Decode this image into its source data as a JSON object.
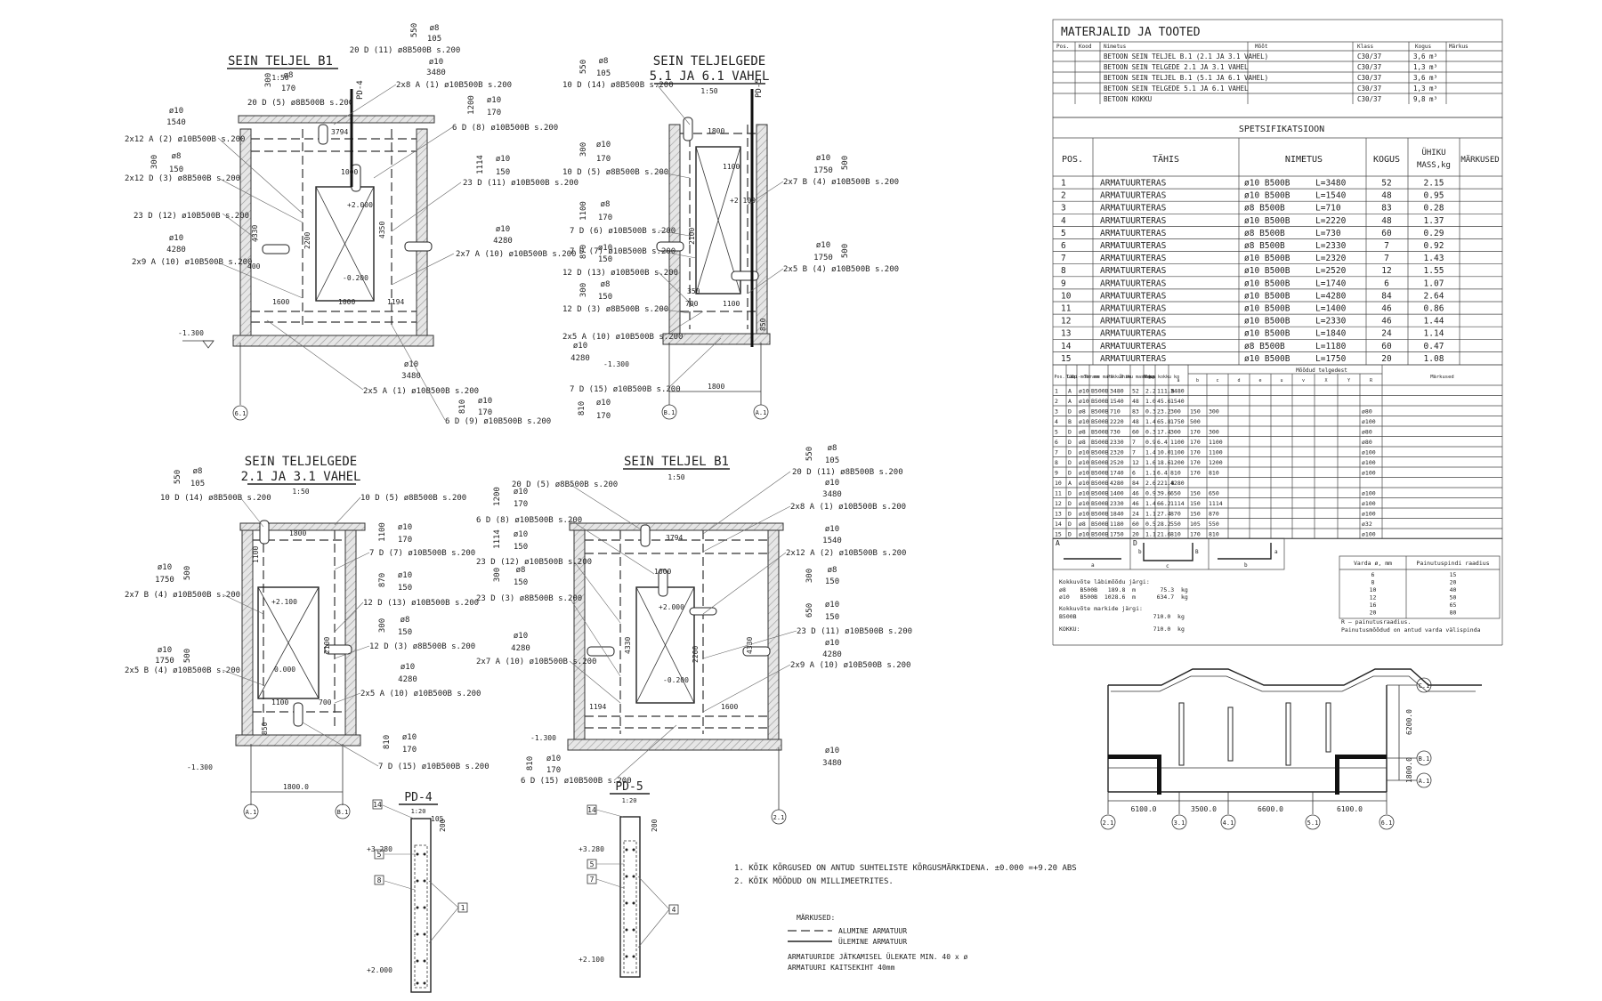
{
  "views": [
    {
      "title": "SEIN TELJEL B1",
      "scale": "1:50"
    },
    {
      "title": "SEIN TELJELGEDE",
      "title2": "5.1 JA 6.1 VAHEL",
      "scale": "1:50"
    },
    {
      "title": "SEIN TELJELGEDE",
      "title2": "2.1 JA 3.1 VAHEL",
      "scale": "1:50"
    },
    {
      "title": "SEIN TELJEL B1",
      "scale": "1:50"
    }
  ],
  "details": [
    {
      "title": "PD-4",
      "scale": "1:20",
      "elev_top": "+3.280",
      "elev_bot": "+2.000",
      "dims": [
        "105",
        "200"
      ],
      "tags": [
        "14",
        "5",
        "8",
        "1"
      ]
    },
    {
      "title": "PD-5",
      "scale": "1:20",
      "elev_top": "+3.280",
      "elev_bot": "+2.100",
      "dims": [
        "200"
      ],
      "tags": [
        "14",
        "5",
        "7",
        "4"
      ]
    }
  ],
  "view_texts": {
    "v1": {
      "callouts": [
        "20 D (11) ø8B500B s.200",
        "2x8 A (1) ø10B500B s.200",
        "20 D (5) ø8B500B s.200",
        "6 D (8) ø10B500B s.200",
        "2x12 A (2) ø10B500B s.200",
        "2x12 D (3) ø8B500B s.200",
        "23 D (11) ø10B500B s.200",
        "23 D (12) ø10B500B s.200",
        "2x7 A (10) ø10B500B s.200",
        "2x9 A (10) ø10B500B s.200",
        "2x5 A (1) ø10B500B s.200",
        "6 D (9) ø10B500B s.200"
      ],
      "bars": [
        [
          "ø8",
          "105",
          "550"
        ],
        [
          "ø10",
          "3480"
        ],
        [
          "ø8",
          "170",
          "300"
        ],
        [
          "ø10",
          "170",
          "1200"
        ],
        [
          "ø10",
          "1540"
        ],
        [
          "ø8",
          "150",
          "300"
        ],
        [
          "ø10",
          "150",
          "1114"
        ],
        [
          "ø10",
          "4280"
        ],
        [
          "ø10",
          "4280"
        ],
        [
          "ø10",
          "3480"
        ],
        [
          "ø10",
          "170",
          "810"
        ]
      ],
      "dims": [
        "3794",
        "1000",
        "+2.000",
        "4350",
        "4330",
        "2200",
        "400",
        "-0.200",
        "1600",
        "1000",
        "1194",
        "-1.300"
      ],
      "tag": "PD-4",
      "axes": [
        "6.1"
      ]
    },
    "v2": {
      "callouts": [
        "10 D (14) ø8B500B s.200",
        "2x7 B (4) ø10B500B s.200",
        "10 D (5) ø8B500B s.200",
        "7 D (6) ø10B500B s.200",
        "7 D (7) ø10B500B s.200",
        "12 D (13) ø10B500B s.200",
        "2x5 B (4) ø10B500B s.200",
        "12 D (3) ø8B500B s.200",
        "2x5 A (10) ø10B500B s.200",
        "7 D (15) ø10B500B s.200"
      ],
      "bars": [
        [
          "ø8",
          "105",
          "550"
        ],
        [
          "ø10",
          "170",
          "300"
        ],
        [
          "ø10",
          "1750",
          "500"
        ],
        [
          "ø8",
          "170",
          "1100"
        ],
        [
          "ø10",
          "150",
          "870"
        ],
        [
          "ø8",
          "150",
          "300"
        ],
        [
          "ø10",
          "1750",
          "500"
        ],
        [
          "ø10",
          "4280"
        ],
        [
          "ø10",
          "170",
          "810"
        ]
      ],
      "dims": [
        "1800",
        "1100",
        "+2.100",
        "2100",
        "350",
        "700",
        "1100",
        "850",
        "-1.300",
        "1800"
      ],
      "tag": "PD-5",
      "axes": [
        "B.1",
        "A.1"
      ]
    },
    "v3": {
      "callouts": [
        "10 D (14) ø8B500B s.200",
        "10 D (5) ø8B500B s.200",
        "7 D (7) ø10B500B s.200",
        "2x7 B (4) ø10B500B s.200",
        "12 D (13) ø10B500B s.200",
        "12 D (3) ø8B500B s.200",
        "2x5 B (4) ø10B500B s.200",
        "2x5 A (10) ø10B500B s.200",
        "7 D (15) ø10B500B s.200"
      ],
      "bars": [
        [
          "ø8",
          "105",
          "550"
        ],
        [
          "ø10",
          "170",
          "1100"
        ],
        [
          "ø10",
          "1750",
          "500"
        ],
        [
          "ø10",
          "150",
          "870"
        ],
        [
          "ø8",
          "150",
          "300"
        ],
        [
          "ø10",
          "1750",
          "500"
        ],
        [
          "ø10",
          "4280"
        ],
        [
          "ø10",
          "170",
          "810"
        ]
      ],
      "dims": [
        "1800",
        "1100",
        "+2.100",
        "2100",
        "0.000",
        "1100",
        "700",
        "850",
        "-1.300",
        "1800.0"
      ],
      "axes": [
        "A.1",
        "B.1"
      ]
    },
    "v4": {
      "callouts": [
        "20 D (5) ø8B500B s.200",
        "6 D (8) ø10B500B s.200",
        "23 D (12) ø10B500B s.200",
        "23 D (3) ø8B500B s.200",
        "2x7 A (10) ø10B500B s.200",
        "20 D (11) ø8B500B s.200",
        "2x8 A (1) ø10B500B s.200",
        "2x12 A (2) ø10B500B s.200",
        "23 D (11) ø10B500B s.200",
        "2x9 A (10) ø10B500B s.200",
        "6 D (15) ø10B500B s.200"
      ],
      "bars": [
        [
          "ø10",
          "170",
          "1200"
        ],
        [
          "ø10",
          "150",
          "1114"
        ],
        [
          "ø8",
          "150",
          "300"
        ],
        [
          "ø10",
          "4280"
        ],
        [
          "ø10",
          "170",
          "810"
        ],
        [
          "ø8",
          "105",
          "550"
        ],
        [
          "ø10",
          "3480"
        ],
        [
          "ø10",
          "1540"
        ],
        [
          "ø8",
          "150",
          "300"
        ],
        [
          "ø10",
          "150",
          "650"
        ],
        [
          "ø10",
          "4280"
        ],
        [
          "ø10",
          "3480"
        ]
      ],
      "dims": [
        "3794",
        "1000",
        "+2.000",
        "4330",
        "2200",
        "4330",
        "-0.200",
        "1194",
        "1600",
        "-1.300"
      ],
      "axes": [
        "2.1"
      ]
    }
  },
  "materials": {
    "title": "MATERJALID JA TOOTED",
    "headers": [
      "Pos.",
      "Kood",
      "Nimetus",
      "Mõõt",
      "Klass",
      "Kogus",
      "Märkus"
    ],
    "rows": [
      {
        "name": "BETOON SEIN TELJEL B.1 (2.1 JA 3.1 VAHEL)",
        "class": "C30/37",
        "qty": "3,6 m³"
      },
      {
        "name": "BETOON SEIN TELGEDE 2.1 JA 3.1 VAHEL",
        "class": "C30/37",
        "qty": "1,3 m³"
      },
      {
        "name": "BETOON SEIN TELJEL B.1 (5.1 JA 6.1 VAHEL)",
        "class": "C30/37",
        "qty": "3,6 m³"
      },
      {
        "name": "BETOON SEIN TELGEDE 5.1 JA 6.1 VAHEL",
        "class": "C30/37",
        "qty": "1,3 m³"
      },
      {
        "name": "BETOON KOKKU",
        "class": "C30/37",
        "qty": "9,8 m³"
      }
    ]
  },
  "spec": {
    "title": "SPETSIFIKATSIOON",
    "headers": [
      "POS.",
      "TÄHIS",
      "NIMETUS",
      "KOGUS",
      "ÜHIKU MASS,kg",
      "MÄRKUSED"
    ],
    "rows": [
      [
        "1",
        "ARMATUURTERAS",
        "ø10  B500B",
        "L=3480",
        "52",
        "2.15"
      ],
      [
        "2",
        "ARMATUURTERAS",
        "ø10  B500B",
        "L=1540",
        "48",
        "0.95"
      ],
      [
        "3",
        "ARMATUURTERAS",
        "ø8  B500B",
        "L=710",
        "83",
        "0.28"
      ],
      [
        "4",
        "ARMATUURTERAS",
        "ø10  B500B",
        "L=2220",
        "48",
        "1.37"
      ],
      [
        "5",
        "ARMATUURTERAS",
        "ø8  B500B",
        "L=730",
        "60",
        "0.29"
      ],
      [
        "6",
        "ARMATUURTERAS",
        "ø8  B500B",
        "L=2330",
        "7",
        "0.92"
      ],
      [
        "7",
        "ARMATUURTERAS",
        "ø10  B500B",
        "L=2320",
        "7",
        "1.43"
      ],
      [
        "8",
        "ARMATUURTERAS",
        "ø10  B500B",
        "L=2520",
        "12",
        "1.55"
      ],
      [
        "9",
        "ARMATUURTERAS",
        "ø10  B500B",
        "L=1740",
        "6",
        "1.07"
      ],
      [
        "10",
        "ARMATUURTERAS",
        "ø10  B500B",
        "L=4280",
        "84",
        "2.64"
      ],
      [
        "11",
        "ARMATUURTERAS",
        "ø10  B500B",
        "L=1400",
        "46",
        "0.86"
      ],
      [
        "12",
        "ARMATUURTERAS",
        "ø10  B500B",
        "L=2330",
        "46",
        "1.44"
      ],
      [
        "13",
        "ARMATUURTERAS",
        "ø10  B500B",
        "L=1840",
        "24",
        "1.14"
      ],
      [
        "14",
        "ARMATUURTERAS",
        "ø8  B500B",
        "L=1180",
        "60",
        "0.47"
      ],
      [
        "15",
        "ARMATUURTERAS",
        "ø10  B500B",
        "L=1750",
        "20",
        "1.08"
      ]
    ]
  },
  "bending": {
    "group_header": "Mõõdud telgedest",
    "headers": [
      "Pos.",
      "Tüüp",
      "Läbi-mõõt mm",
      "Terase mark",
      "Pikkus mm",
      "Ühiku mass kg",
      "Kogus",
      "Mass kokku kg",
      "a",
      "b",
      "c",
      "d",
      "e",
      "u",
      "v",
      "X",
      "Y",
      "R",
      "Märkused"
    ],
    "rows": [
      [
        "1",
        "A",
        "ø10",
        "B500B",
        "3480",
        "52",
        "2.2",
        "111.8",
        "3480",
        "",
        "",
        "",
        "",
        "",
        "",
        "",
        "",
        "",
        ""
      ],
      [
        "2",
        "A",
        "ø10",
        "B500B",
        "1540",
        "48",
        "1.0",
        "45.6",
        "1540",
        "",
        "",
        "",
        "",
        "",
        "",
        "",
        "",
        "",
        ""
      ],
      [
        "3",
        "D",
        "ø8",
        "B500B",
        "710",
        "83",
        "0.3",
        "23.2",
        "300",
        "150",
        "300",
        "",
        "",
        "",
        "",
        "",
        "",
        "ø80",
        ""
      ],
      [
        "4",
        "B",
        "ø10",
        "B500B",
        "2220",
        "48",
        "1.4",
        "65.8",
        "1750",
        "500",
        "",
        "",
        "",
        "",
        "",
        "",
        "",
        "ø100",
        ""
      ],
      [
        "5",
        "D",
        "ø8",
        "B500B",
        "730",
        "60",
        "0.3",
        "17.4",
        "300",
        "170",
        "300",
        "",
        "",
        "",
        "",
        "",
        "",
        "ø80",
        ""
      ],
      [
        "6",
        "D",
        "ø8",
        "B500B",
        "2330",
        "7",
        "0.9",
        "6.4",
        "1100",
        "170",
        "1100",
        "",
        "",
        "",
        "",
        "",
        "",
        "ø80",
        ""
      ],
      [
        "7",
        "D",
        "ø10",
        "B500B",
        "2320",
        "7",
        "1.4",
        "10.0",
        "1100",
        "170",
        "1100",
        "",
        "",
        "",
        "",
        "",
        "",
        "ø100",
        ""
      ],
      [
        "8",
        "D",
        "ø10",
        "B500B",
        "2520",
        "12",
        "1.6",
        "18.6",
        "1200",
        "170",
        "1200",
        "",
        "",
        "",
        "",
        "",
        "",
        "ø100",
        ""
      ],
      [
        "9",
        "D",
        "ø10",
        "B500B",
        "1740",
        "6",
        "1.1",
        "6.4",
        "810",
        "170",
        "810",
        "",
        "",
        "",
        "",
        "",
        "",
        "ø100",
        ""
      ],
      [
        "10",
        "A",
        "ø10",
        "B500B",
        "4280",
        "84",
        "2.6",
        "221.8",
        "4280",
        "",
        "",
        "",
        "",
        "",
        "",
        "",
        "",
        "",
        ""
      ],
      [
        "11",
        "D",
        "ø10",
        "B500B",
        "1400",
        "46",
        "0.9",
        "39.6",
        "650",
        "150",
        "650",
        "",
        "",
        "",
        "",
        "",
        "",
        "ø100",
        ""
      ],
      [
        "12",
        "D",
        "ø10",
        "B500B",
        "2330",
        "46",
        "1.4",
        "66.2",
        "1114",
        "150",
        "1114",
        "",
        "",
        "",
        "",
        "",
        "",
        "ø100",
        ""
      ],
      [
        "13",
        "D",
        "ø10",
        "B500B",
        "1840",
        "24",
        "1.1",
        "27.4",
        "870",
        "150",
        "870",
        "",
        "",
        "",
        "",
        "",
        "",
        "ø100",
        ""
      ],
      [
        "14",
        "D",
        "ø8",
        "B500B",
        "1180",
        "60",
        "0.5",
        "28.2",
        "550",
        "105",
        "550",
        "",
        "",
        "",
        "",
        "",
        "",
        "ø32",
        ""
      ],
      [
        "15",
        "D",
        "ø10",
        "B500B",
        "1750",
        "20",
        "1.1",
        "21.6",
        "810",
        "170",
        "810",
        "",
        "",
        "",
        "",
        "",
        "",
        "ø100",
        ""
      ]
    ],
    "shape_labels": [
      "A",
      "D",
      "a",
      "b",
      "c",
      "B",
      "a",
      "b"
    ],
    "totals": [
      "Kokkuvõte läbimõõdu järgi:",
      "ø8    B500B   189.8  m       75.3  kg",
      "ø10   B500B  1028.6  m      634.7  kg",
      "Kokkuvõte markide järgi:",
      "B500B                      710.0  kg",
      "KOKKU:                     710.0  kg"
    ],
    "radius_table": {
      "headers": [
        "Varda ø, mm",
        "Painutuspindi raadius"
      ],
      "rows": [
        [
          "6",
          "15"
        ],
        [
          "8",
          "20"
        ],
        [
          "10",
          "40"
        ],
        [
          "12",
          "50"
        ],
        [
          "16",
          "65"
        ],
        [
          "20",
          "80"
        ]
      ]
    },
    "radius_notes": [
      "R – painutusraadius.",
      "Painutusmõõdud on antud varda välispinda"
    ]
  },
  "plan": {
    "dims_bottom": [
      "6100.0",
      "3500.0",
      "6600.0",
      "6100.0"
    ],
    "dims_right": [
      "6200.0",
      "1800.0"
    ],
    "axes_bottom": [
      "2.1",
      "3.1",
      "4.1",
      "5.1",
      "6.1"
    ],
    "axes_right": [
      "C.1",
      "B.1",
      "A.1"
    ]
  },
  "notes": [
    "1.   KÕIK KÕRGUSED ON ANTUD SUHTELISTE KÕRGUSMÄRKIDENA. ±0.000 =+9.20 ABS",
    "2.   KÕIK MÕÕDUD ON MILLIMEETRITES."
  ],
  "legend": {
    "title": "MÄRKUSED:",
    "items": [
      "ALUMINE ARMATUUR",
      "ÜLEMINE ARMATUUR"
    ],
    "text": [
      "ARMATUURIDE JÄTKAMISEL ÜLEKATE MIN. 40 x ø",
      "ARMATUURI KAITSEKIHT  40mm"
    ]
  }
}
